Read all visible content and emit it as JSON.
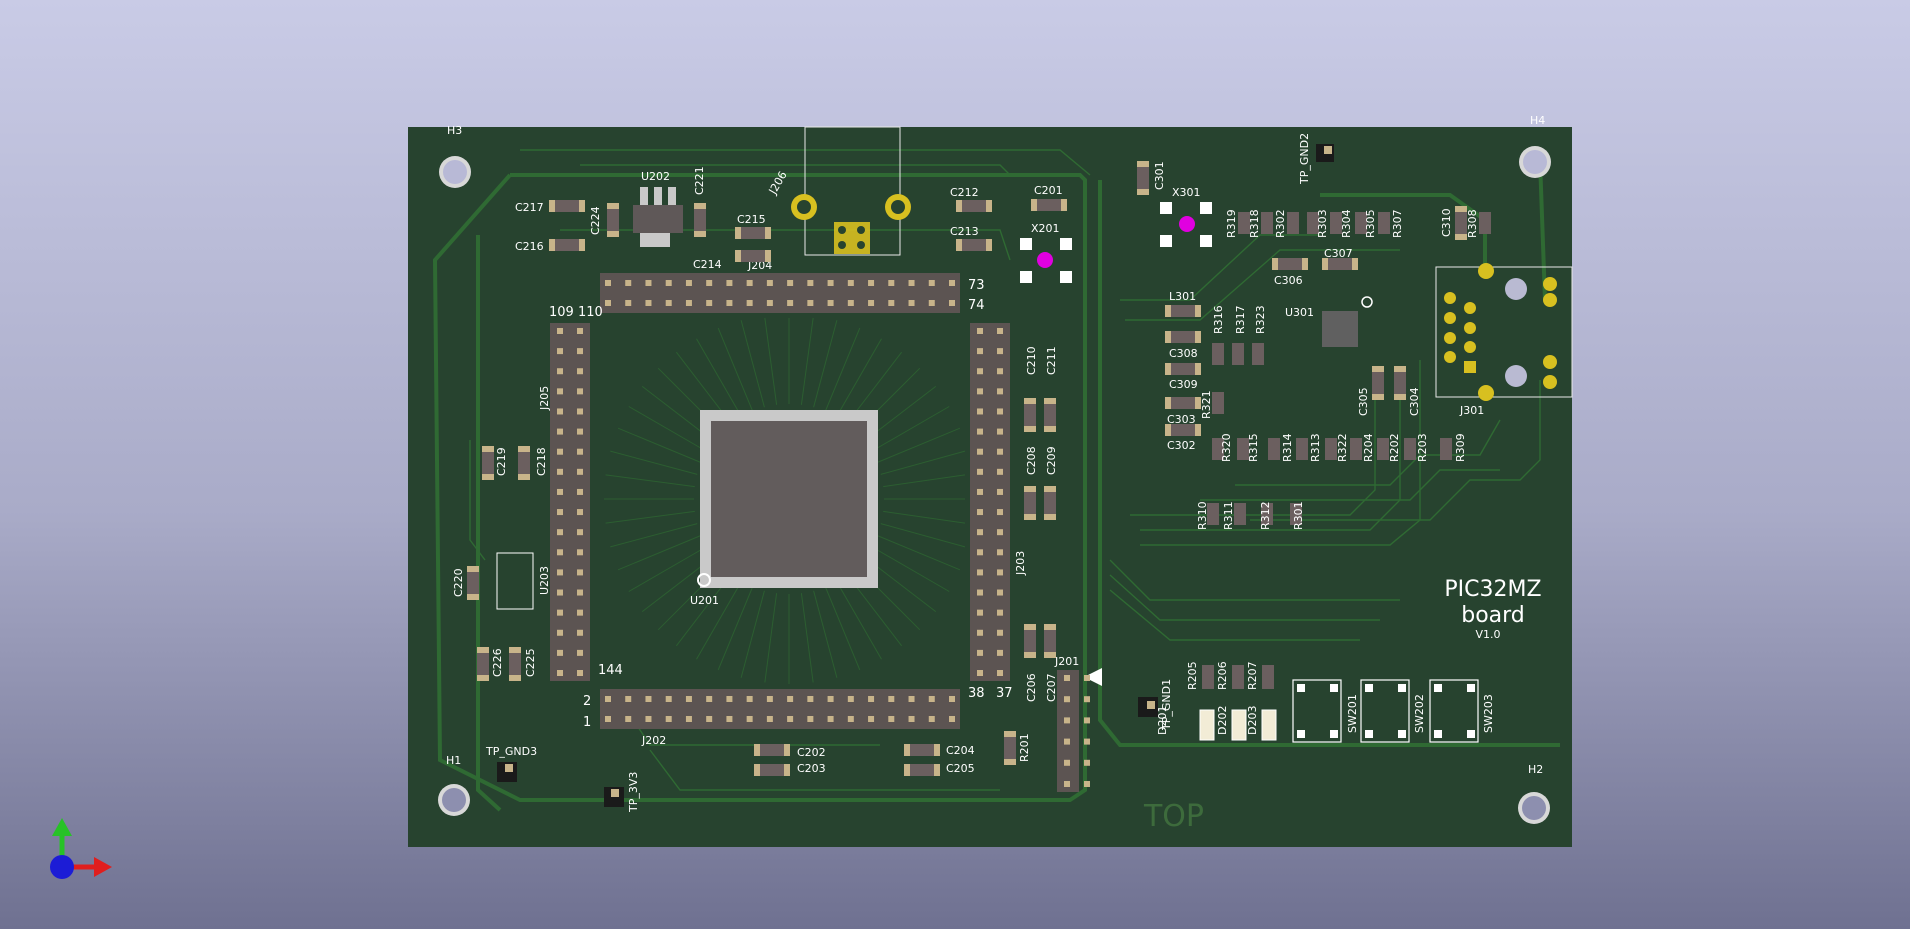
{
  "colors": {
    "board": "#27432f",
    "board_edge": "#203826",
    "trace": "#2f6a33",
    "silk": "#ffffff",
    "copper_pad": "#c8b48a",
    "gold_pad": "#d8c020",
    "component_body": "#6b5f5f",
    "header_body": "#5c5452",
    "test_point": "#e000e0"
  },
  "board": {
    "title_line1": "PIC32MZ",
    "title_line2": "board",
    "version": "V1.0",
    "side_label": "TOP"
  },
  "mounting_holes": [
    {
      "ref": "H1"
    },
    {
      "ref": "H2"
    },
    {
      "ref": "H3"
    },
    {
      "ref": "H4"
    }
  ],
  "headers": {
    "J202": {
      "ref": "J202",
      "pin_labels": [
        "2",
        "1"
      ]
    },
    "J203": {
      "ref": "J203",
      "pin_labels": [
        "38",
        "37"
      ]
    },
    "J204": {
      "ref": "J204",
      "pin_labels": [
        "73",
        "74"
      ]
    },
    "J205": {
      "ref": "J205",
      "pin_labels": [
        "109",
        "110",
        "144"
      ]
    },
    "J206": {
      "ref": "J206"
    },
    "J201": {
      "ref": "J201"
    },
    "J301": {
      "ref": "J301"
    }
  },
  "chips": {
    "U201": "U201",
    "U202": "U202",
    "U203": "U203",
    "U301": "U301"
  },
  "crystals": {
    "X201": "X201",
    "X301": "X301"
  },
  "test_points": {
    "TP_GND1": "TP_GND1",
    "TP_GND2": "TP_GND2",
    "TP_GND3": "TP_GND3",
    "TP_3V3": "TP_3V3"
  },
  "switches": [
    "SW201",
    "SW202",
    "SW203"
  ],
  "leds": [
    "D201",
    "D202",
    "D203"
  ],
  "caps_labels": {
    "C217": "C217",
    "C216": "C216",
    "C224": "C224",
    "C221": "C221",
    "C215": "C215",
    "C214": "C214",
    "C212": "C212",
    "C213": "C213",
    "C201": "C201",
    "C219": "C219",
    "C218": "C218",
    "C220": "C220",
    "C226": "C226",
    "C225": "C225",
    "C210": "C210",
    "C211": "C211",
    "C208": "C208",
    "C209": "C209",
    "C206": "C206",
    "C207": "C207",
    "C202": "C202",
    "C203": "C203",
    "C204": "C204",
    "C205": "C205",
    "C301": "C301",
    "C306": "C306",
    "C307": "C307",
    "C308": "C308",
    "C309": "C309",
    "C303": "C303",
    "C302": "C302",
    "C305": "C305",
    "C304": "C304",
    "C310": "C310",
    "L301": "L301"
  },
  "resistor_labels": {
    "R319": "R319",
    "R318": "R318",
    "R302": "R302",
    "R303": "R303",
    "R304": "R304",
    "R305": "R305",
    "R307": "R307",
    "R308": "R308",
    "R316": "R316",
    "R317": "R317",
    "R323": "R323",
    "R321": "R321",
    "R320": "R320",
    "R315": "R315",
    "R314": "R314",
    "R313": "R313",
    "R322": "R322",
    "R204": "R204",
    "R202": "R202",
    "R203": "R203",
    "R309": "R309",
    "R310": "R310",
    "R311": "R311",
    "R312": "R312",
    "R301": "R301",
    "R205": "R205",
    "R206": "R206",
    "R207": "R207",
    "R201": "R201"
  }
}
